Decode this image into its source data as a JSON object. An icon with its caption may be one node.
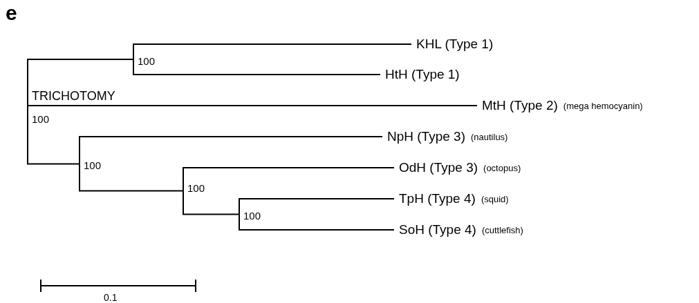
{
  "diagram": {
    "nodes": [
      {
        "text": [
          "TRICHOTOMY",
          "100"
        ]
      },
      {
        "text": [
          "100"
        ]
      },
      {
        "text": [
          "KHL (Type 1)"
        ]
      },
      {
        "text": [
          "HtH (Type 1)"
        ]
      },
      {
        "text": [
          "MtH (Type 2)"
        ],
        "beside": [
          "(mega hemocyanin)"
        ]
      },
      {
        "text": [
          "100"
        ]
      },
      {
        "text": [
          "NpH (Type 3)"
        ],
        "beside": [
          "(nautilus)"
        ]
      },
      {
        "text": [
          "100"
        ]
      },
      {
        "text": [
          "OdH (Type 3)"
        ],
        "beside": [
          "(octopus)"
        ]
      },
      {
        "text": [
          "100"
        ]
      },
      {
        "text": [
          "TpH (Type 4)"
        ],
        "beside": [
          "(squid)"
        ]
      },
      {
        "text": [
          "SoH (Type 4)"
        ],
        "beside": [
          "(cuttlefish)"
        ]
      }
    ],
    "edges": [
      {
        "from": 0,
        "to": 1,
        "arrow": "none"
      },
      {
        "from": 1,
        "to": 2,
        "arrow": "none"
      },
      {
        "from": 1,
        "to": 3,
        "arrow": "none"
      },
      {
        "from": 0,
        "to": 4,
        "arrow": "none"
      },
      {
        "from": 0,
        "to": 5,
        "arrow": "none"
      },
      {
        "from": 5,
        "to": 6,
        "arrow": "none"
      },
      {
        "from": 5,
        "to": 7,
        "arrow": "none"
      },
      {
        "from": 7,
        "to": 8,
        "arrow": "none"
      },
      {
        "from": 7,
        "to": 9,
        "arrow": "none"
      },
      {
        "from": 9,
        "to": 10,
        "arrow": "none"
      },
      {
        "from": 9,
        "to": 11,
        "arrow": "none"
      }
    ],
    "labels": [
      "e",
      "0.1"
    ]
  }
}
